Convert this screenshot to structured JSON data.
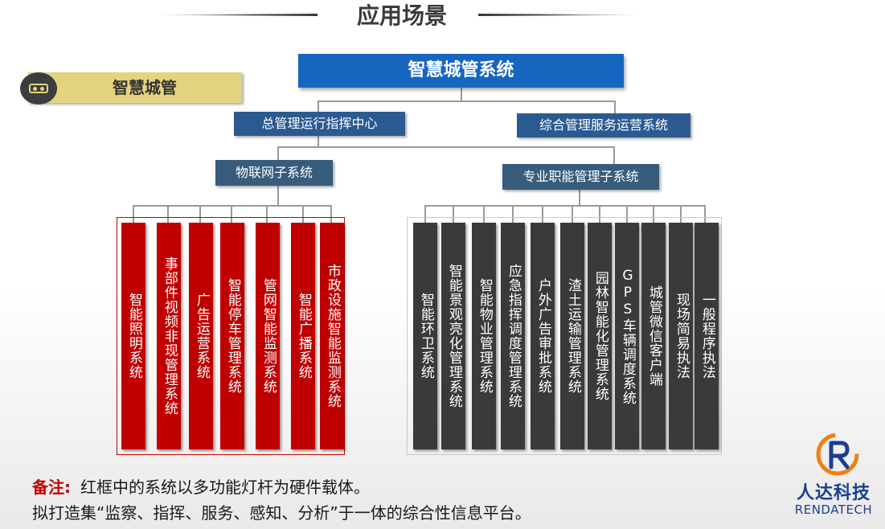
{
  "header": {
    "title": "应用场景"
  },
  "section_tag": {
    "label": "智慧城管",
    "icon": "cassette-icon"
  },
  "tree": {
    "root": "智慧城管系统",
    "level2": [
      "总管理运行指挥中心",
      "综合管理服务运营系统"
    ],
    "level3": [
      "物联网子系统",
      "专业职能管理子系统"
    ],
    "iot_systems": [
      "智能照明系统",
      "事部件视频非现管理系统",
      "广告运营系统",
      "智能停车管理系统",
      "管网智能监测系统",
      "智能广播系统",
      "市政设施智能监测系统"
    ],
    "function_systems": [
      "智能环卫系统",
      "智能景观亮化管理系统",
      "智能物业管理系统",
      "应急指挥调度管理系统",
      "户外广告审批系统",
      "渣土运输管理系统",
      "园林智能化管理系统",
      "GPS车辆调度系统",
      "城管微信客户端",
      "现场简易执法",
      "一般程序执法"
    ]
  },
  "note": {
    "label": "备注:",
    "line1": "红框中的系统以多功能灯杆为硬件载体。",
    "line2": "拟打造集“监察、指挥、服务、感知、分析”于一体的综合性信息平台。"
  },
  "logo": {
    "cn": "人达科技",
    "en": "RENDATECH"
  },
  "colors": {
    "root": "#1666c0",
    "level2": "#2b5a91",
    "level3": "#375c7c",
    "iot": "#c00000",
    "function": "#3a3a3a",
    "tag": "#e4d37e"
  }
}
